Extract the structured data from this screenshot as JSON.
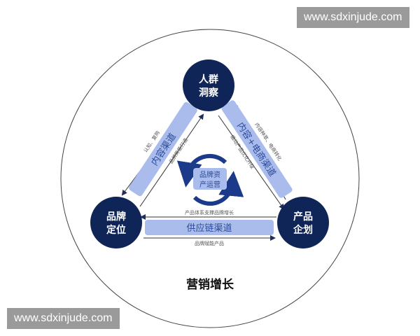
{
  "watermark": "www.sdxinjude.com",
  "colors": {
    "node": "#0f2558",
    "bar": "#a9bcec",
    "bar_text": "#2d4a9a",
    "line": "#333333",
    "center_arrow": "#1c3a8a"
  },
  "nodes": {
    "top": [
      "人群",
      "洞察"
    ],
    "left": [
      "品牌",
      "定位"
    ],
    "right": [
      "产品",
      "企划"
    ]
  },
  "channels": {
    "left": {
      "label": "内容渠道",
      "outer": "认知、复购",
      "inner": "品牌势能打造"
    },
    "right": {
      "label": "内容+电商渠道",
      "outer": "内容种草、电商转化",
      "inner": "撬动产品优化升级"
    },
    "bottom": {
      "label": "供应链渠道",
      "top": "产品体系支撑品牌增长",
      "bottom": "品牌赋能产品"
    }
  },
  "center": [
    "品牌资",
    "产运营"
  ],
  "title": "营销增长"
}
